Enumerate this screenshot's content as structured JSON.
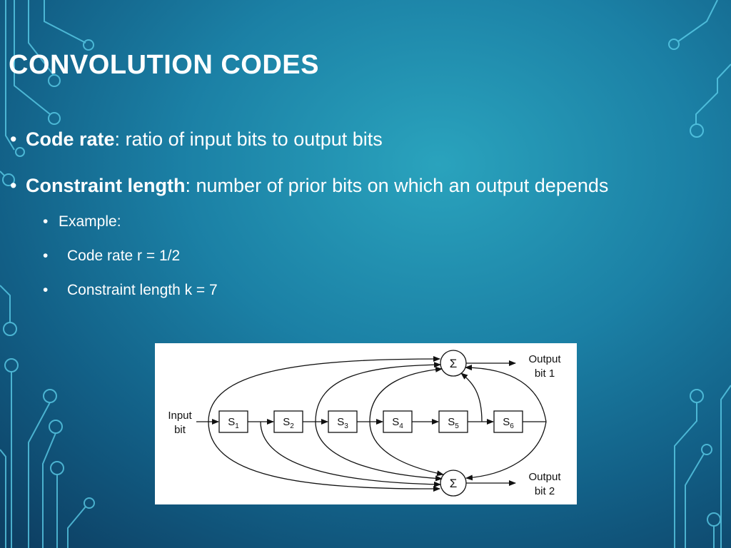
{
  "slide": {
    "title": "CONVOLUTION CODES",
    "bullets": [
      {
        "term": "Code rate",
        "sep": ": ",
        "text": "ratio of input bits to output bits"
      },
      {
        "term": "Constraint length",
        "sep": ": ",
        "text": "number of prior bits on which an output depends"
      }
    ],
    "subbullets": [
      "Example:",
      "Code rate r = 1/2",
      "Constraint length k = 7"
    ],
    "bullet_glyph": "•"
  },
  "diagram": {
    "input_label": [
      "Input",
      "bit"
    ],
    "registers": [
      {
        "name": "S",
        "sub": "1"
      },
      {
        "name": "S",
        "sub": "2"
      },
      {
        "name": "S",
        "sub": "3"
      },
      {
        "name": "S",
        "sub": "4"
      },
      {
        "name": "S",
        "sub": "5"
      },
      {
        "name": "S",
        "sub": "6"
      }
    ],
    "adders": [
      {
        "symbol": "Σ",
        "output_label": [
          "Output",
          "bit 1"
        ]
      },
      {
        "symbol": "Σ",
        "output_label": [
          "Output",
          "bit 2"
        ]
      }
    ]
  },
  "colors": {
    "background_center": "#2aa3bd",
    "background_edge": "#0d3f63",
    "circuit_lines": "#5fd3ee",
    "text": "#ffffff"
  }
}
